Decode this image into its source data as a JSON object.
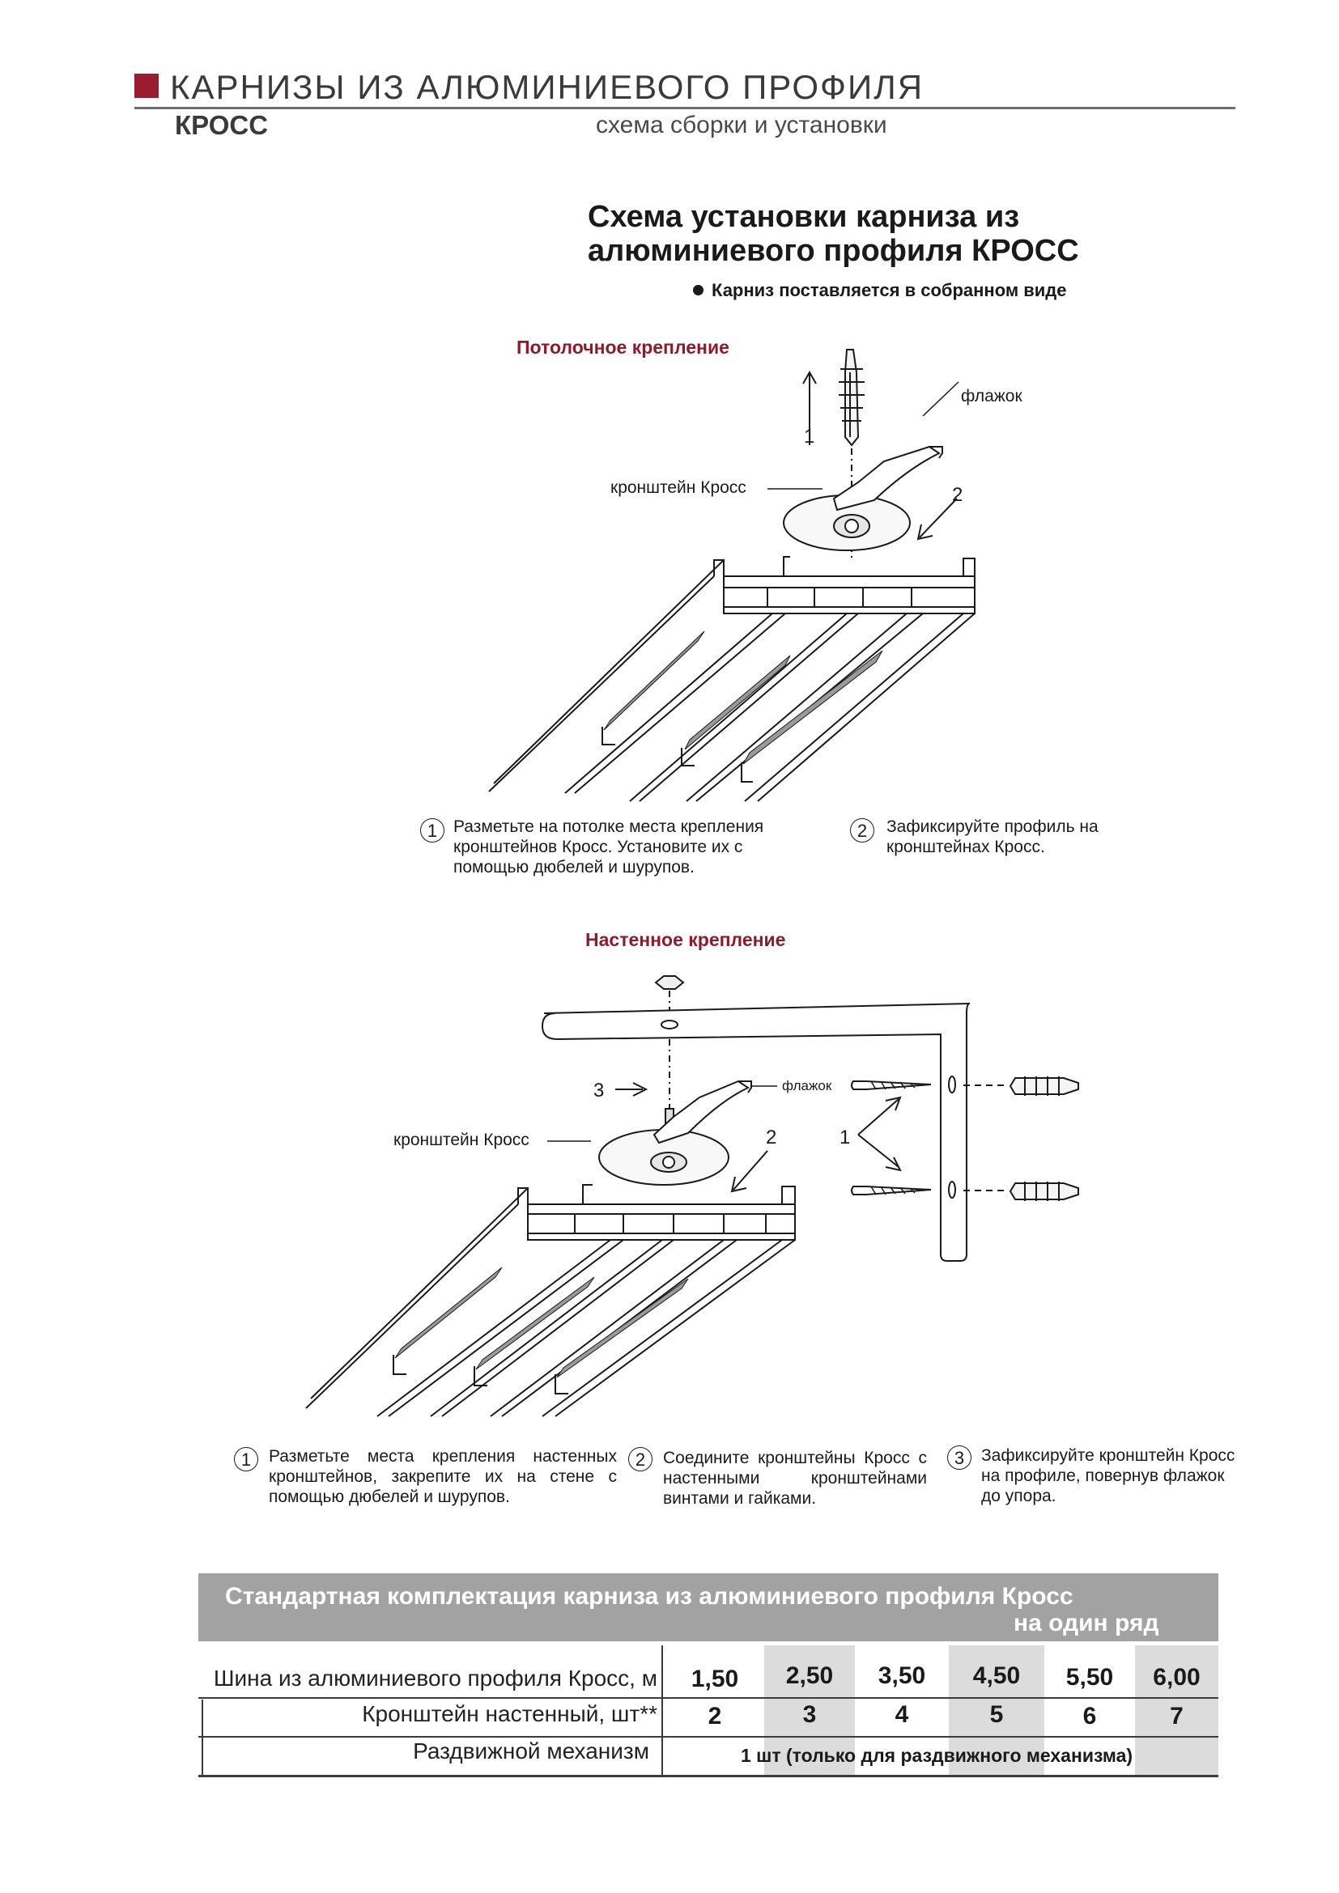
{
  "header": {
    "title": "КАРНИЗЫ ИЗ АЛЮМИНИЕВОГО ПРОФИЛЯ",
    "product": "КРОСС",
    "subtitle": "схема сборки и установки"
  },
  "heading": {
    "line1": "Схема  установки карниза из",
    "line2": "алюминиевого профиля КРОСС",
    "note": "Карниз поставляется в собранном виде"
  },
  "ceiling": {
    "heading": "Потолочное крепление",
    "labels": {
      "flag": "флажок",
      "bracket": "кронштейн Кросс",
      "arrow1": "1",
      "arrow2": "2"
    },
    "steps": [
      {
        "num": "1",
        "text": "Разметьте на потолке места крепления кронштейнов Кросс. Установите  их  с помощью дюбелей  и  шурупов."
      },
      {
        "num": "2",
        "text": "Зафиксируйте профиль на кронштейнах Кросс."
      }
    ]
  },
  "wall": {
    "heading": "Настенное крепление",
    "labels": {
      "flag": "флажок",
      "bracket": "кронштейн Кросс",
      "arrow1": "1",
      "arrow2": "2",
      "arrow3": "3"
    },
    "steps": [
      {
        "num": "1",
        "text": "Разметьте места крепления настенных кронштейнов, закрепите их на стене с помощью дюбелей и шурупов."
      },
      {
        "num": "2",
        "text": "Соедините кронштейны Кросс с настенными кронштейнами винтами и гайками."
      },
      {
        "num": "3",
        "text": "Зафиксируйте кронштейн Кросс на профиле, повернув флажок до упора."
      }
    ]
  },
  "table": {
    "title_line1": "Стандартная комплектация карниза из алюминиевого профиля Кросс",
    "title_line2": "на один ряд",
    "rows": [
      {
        "label": "Шина из алюминиевого профиля Кросс, м",
        "values": [
          "1,50",
          "2,50",
          "3,50",
          "4,50",
          "5,50",
          "6,00"
        ]
      },
      {
        "label": "Кронштейн настенный, шт**",
        "values": [
          "2",
          "3",
          "4",
          "5",
          "6",
          "7"
        ]
      },
      {
        "label": "Раздвижной механизм",
        "merged": "1 шт (только для раздвижного механизма)"
      }
    ]
  }
}
